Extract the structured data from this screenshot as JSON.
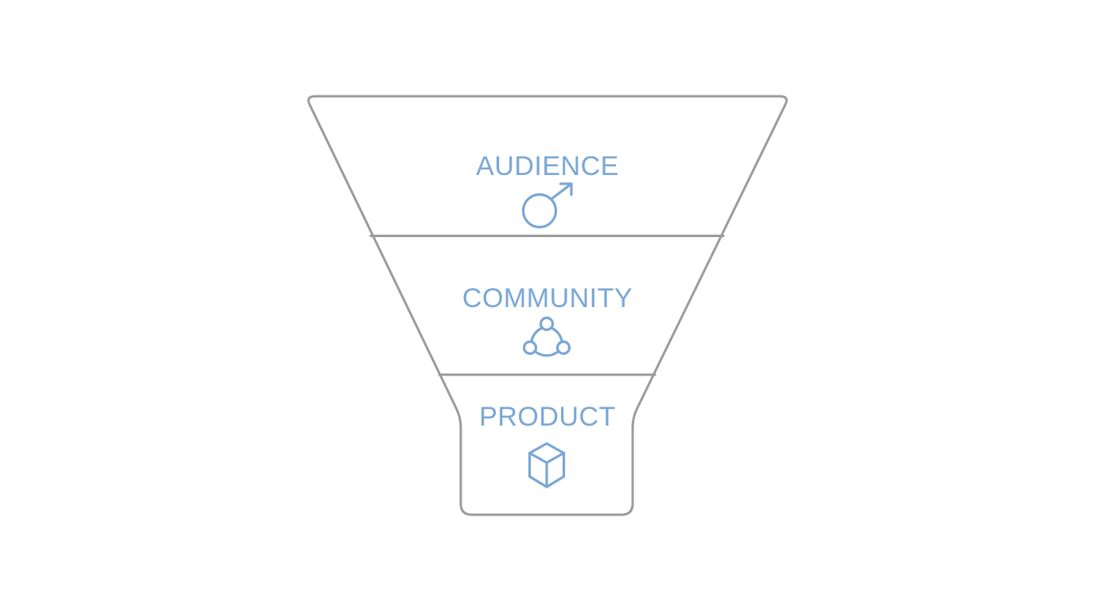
{
  "diagram": {
    "type": "funnel",
    "colors": {
      "outline": "#9b9b9b",
      "accent": "#7aa7d5",
      "background": "#ffffff"
    },
    "stages": [
      {
        "label": "AUDIENCE",
        "icon": "male-symbol-icon"
      },
      {
        "label": "COMMUNITY",
        "icon": "community-icon"
      },
      {
        "label": "PRODUCT",
        "icon": "cube-icon"
      }
    ]
  }
}
